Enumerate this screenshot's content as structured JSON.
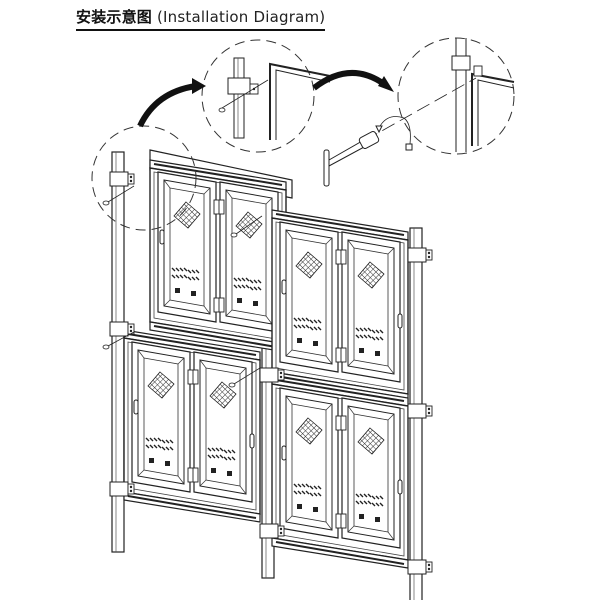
{
  "title": {
    "chinese": "安装示意图",
    "english": "(Installation Diagram)"
  },
  "diagram": {
    "description": "Exploded isometric installation diagram of a 2x2 modular outdoor LED display cabinet assembly mounted on vertical posts with brackets and screws",
    "callouts": [
      {
        "id": "detail-1",
        "subject": "bracket and screw attaching cabinet frame to post",
        "shape": "dashed-circle"
      },
      {
        "id": "detail-2",
        "subject": "bracket at cabinet top corner close-up",
        "shape": "dashed-circle"
      },
      {
        "id": "detail-3",
        "subject": "cabinet corner lock close-up with T-handle wrench tool",
        "shape": "dashed-circle"
      }
    ],
    "arrows": [
      {
        "from": "detail-1",
        "to": "detail-2"
      },
      {
        "from": "detail-2",
        "to": "detail-3"
      }
    ],
    "cabinets": [
      {
        "position": "top-left",
        "doors": 2
      },
      {
        "position": "top-right",
        "doors": 2
      },
      {
        "position": "bottom-left",
        "doors": 2
      },
      {
        "position": "bottom-right",
        "doors": 2
      }
    ],
    "colors": {
      "line": "#222222",
      "background": "#ffffff"
    }
  }
}
